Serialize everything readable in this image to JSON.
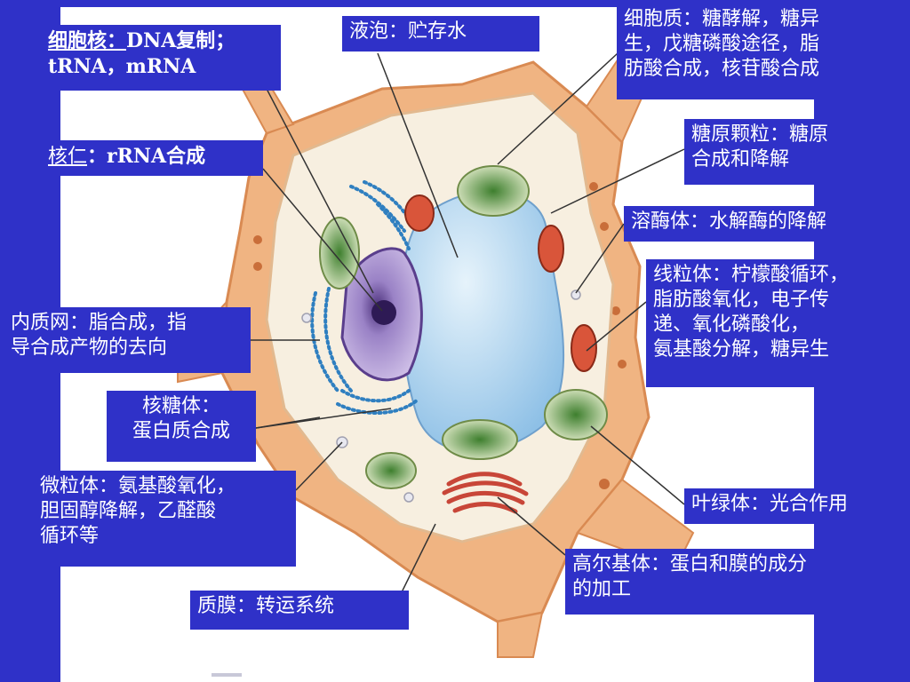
{
  "labels": {
    "nucleus": {
      "name": "细胞核：",
      "desc1": "DNA复制；",
      "desc2": "tRNA，mRNA"
    },
    "nucleolus": {
      "name": "核仁",
      "desc": "：rRNA合成"
    },
    "vacuole": {
      "text": "液泡：贮存水"
    },
    "cytoplasm": {
      "line1": "细胞质：糖酵解，糖异",
      "line2": "生，戊糖磷酸途径，脂",
      "line3": "肪酸合成，核苷酸合成"
    },
    "glycogen": {
      "line1": "糖原颗粒：糖原",
      "line2": "合成和降解"
    },
    "lysosome": {
      "text": "溶酶体：水解酶的降解"
    },
    "mitochondria": {
      "line1": "线粒体：柠檬酸循环，",
      "line2": "脂肪酸氧化，电子传",
      "line3": "递、氧化磷酸化，",
      "line4": "氨基酸分解，糖异生"
    },
    "er": {
      "line1": "内质网：脂合成，指",
      "line2": "导合成产物的去向"
    },
    "ribosome": {
      "line1": "核糖体：",
      "line2": "蛋白质合成"
    },
    "microbody": {
      "line1": "微粒体：氨基酸氧化，",
      "line2": "胆固醇降解，乙醛酸",
      "line3": "循环等"
    },
    "chloroplast": {
      "text": "叶绿体：光合作用"
    },
    "golgi": {
      "line1": "高尔基体：蛋白和膜的成分",
      "line2": "的加工"
    },
    "membrane": {
      "text": "质膜：转运系统"
    }
  },
  "colors": {
    "background": "#2f31c8",
    "cell_wall": "#f0b482",
    "cytoplasm": "#f7efe0",
    "vacuole": "#b8d8f0",
    "nucleus": "#a58cc8",
    "chloroplast": "#4f8a3c",
    "mitochondria": "#d9553a",
    "er": "#2f7fc0",
    "golgi": "#c84638"
  }
}
